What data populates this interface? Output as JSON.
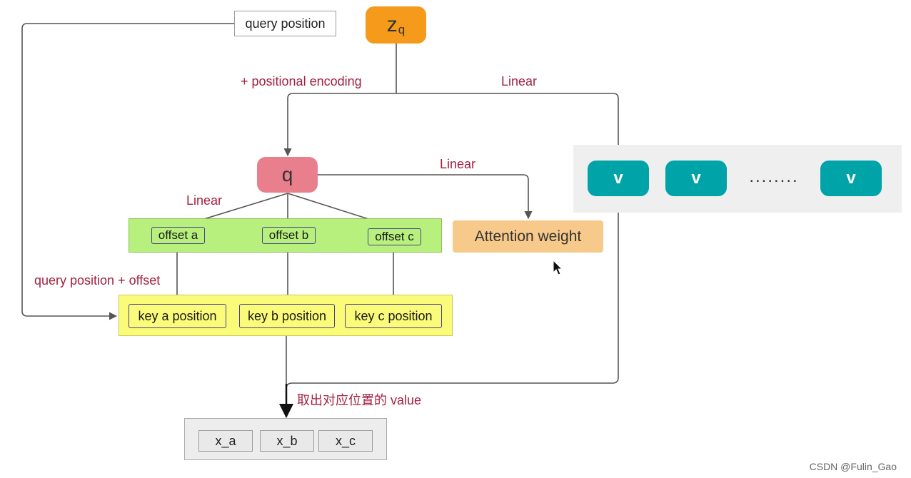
{
  "nodes": {
    "query_position": "query position",
    "zq_main": "z",
    "zq_sub": "q",
    "q": "q",
    "offsets": [
      "offset a",
      "offset b",
      "offset c"
    ],
    "keys": [
      "key a position",
      "key b position",
      "key c position"
    ],
    "attention_weight": "Attention weight",
    "values": [
      "v",
      "v",
      "v"
    ],
    "ellipsis": "........",
    "outputs": [
      "x_a",
      "x_b",
      "x_c"
    ]
  },
  "edge_labels": {
    "positional_encoding": "+ positional encoding",
    "linear_right": "Linear",
    "linear_attention": "Linear",
    "linear_offsets": "Linear",
    "query_plus_offset": "query position + offset",
    "take_value": "取出对应位置的 value"
  },
  "watermark": "CSDN @Fulin_Gao",
  "colors": {
    "zq": "#f59a1b",
    "q": "#e97e8d",
    "offset_bg": "#b7f07c",
    "key_bg": "#fbfb7a",
    "attention_bg": "#f7c98a",
    "value": "#00a3a8",
    "label_text": "#a31f3f"
  }
}
